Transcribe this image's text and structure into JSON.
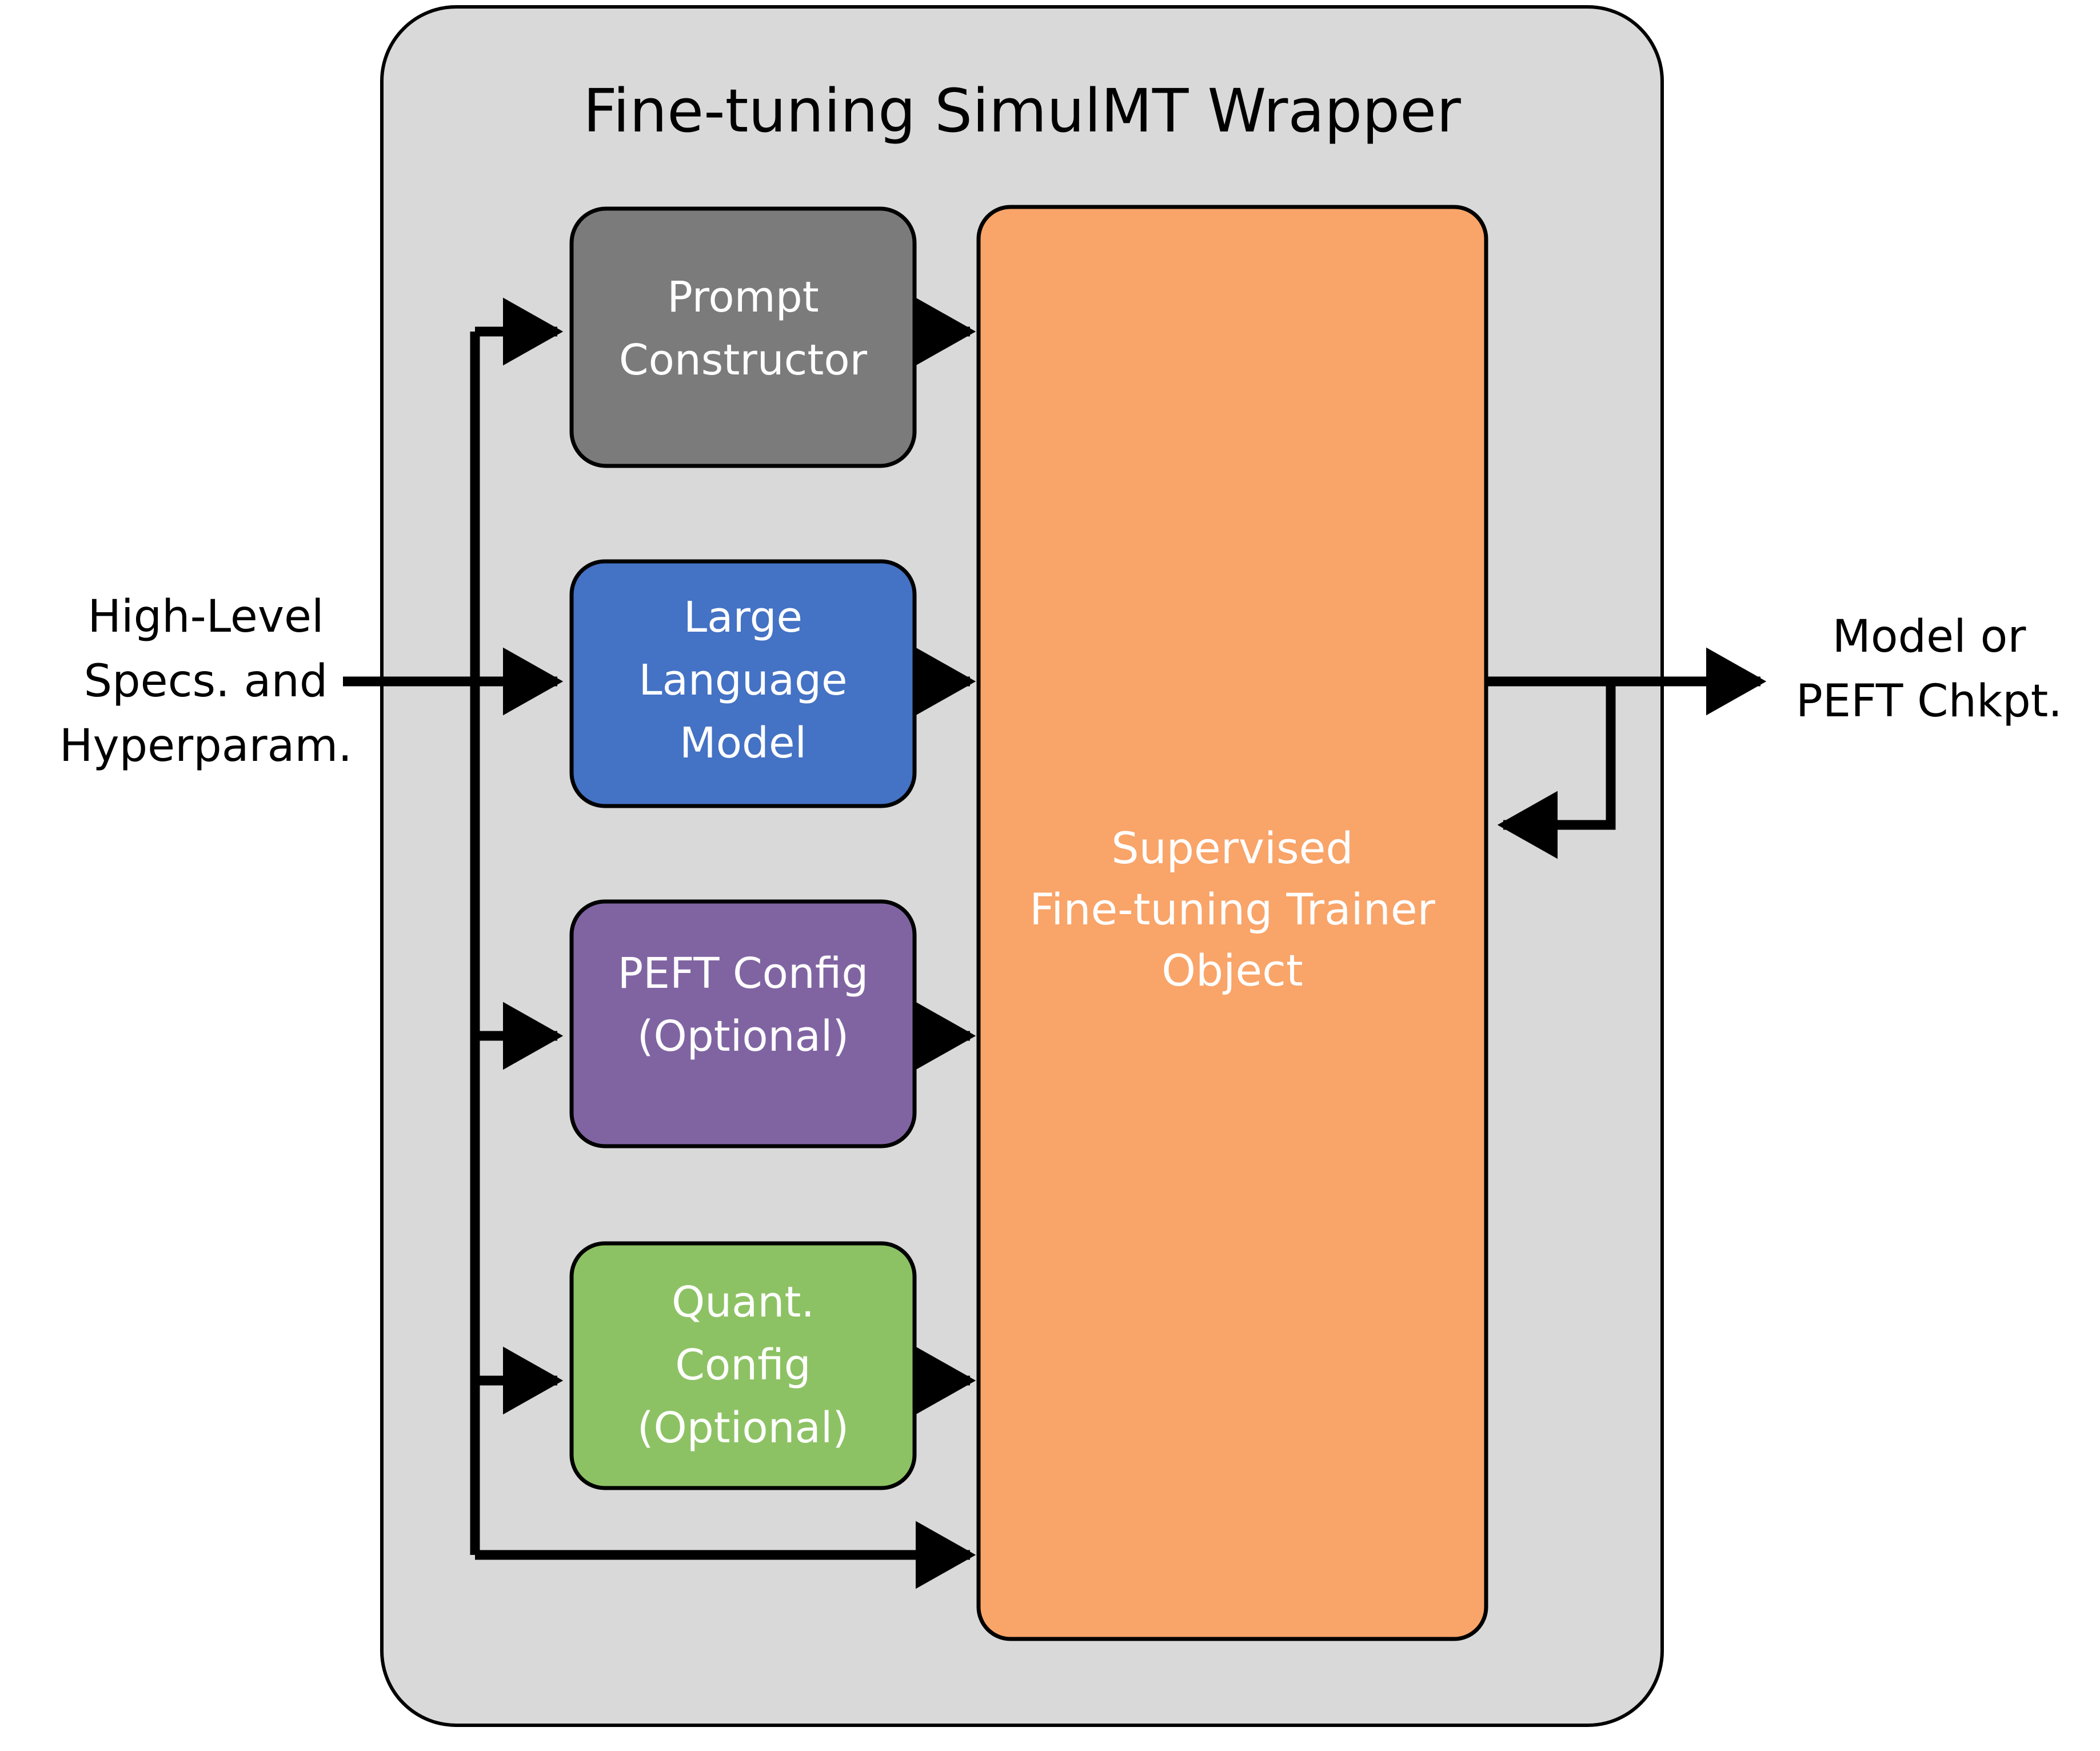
{
  "diagram": {
    "panel": {
      "title": "Fine-tuning SimulMT Wrapper",
      "fill": "#D9D9D9",
      "stroke": "#000000"
    },
    "blocks": [
      {
        "id": "prompt-constructor",
        "lines": [
          "Prompt",
          "Constructor"
        ],
        "fill": "#7B7B7B",
        "stroke": "#000000",
        "text_color": "#FFFFFF"
      },
      {
        "id": "large-language-model",
        "lines": [
          "Large",
          "Language",
          "Model"
        ],
        "fill": "#4472C4",
        "stroke": "#000000",
        "text_color": "#FFFFFF"
      },
      {
        "id": "peft-config",
        "lines": [
          "PEFT Config",
          "(Optional)"
        ],
        "fill": "#8064A2",
        "stroke": "#000000",
        "text_color": "#FFFFFF"
      },
      {
        "id": "quant-config",
        "lines": [
          "Quant.",
          "Config",
          "(Optional)"
        ],
        "fill": "#8DC264",
        "stroke": "#000000",
        "text_color": "#FFFFFF"
      },
      {
        "id": "sft-trainer",
        "lines": [
          "Supervised",
          "Fine-tuning Trainer",
          "Object"
        ],
        "fill": "#F9A469",
        "stroke": "#000000",
        "text_color": "#FFFFFF"
      }
    ],
    "input_label": {
      "id": "high-level-specs",
      "lines": [
        "High-Level",
        "Specs. and",
        "Hyperparam."
      ],
      "color": "#000000"
    },
    "output_label": {
      "id": "model-or-peft-chkpt",
      "lines": [
        "Model or",
        "PEFT Chkpt."
      ],
      "color": "#000000"
    },
    "connectors": {
      "stroke": "#000000",
      "names": [
        "input-bus-line",
        "arrow-to-prompt-constructor",
        "arrow-to-large-language-model",
        "arrow-to-peft-config",
        "arrow-to-quant-config",
        "arrow-bus-to-trainer",
        "arrow-prompt-constructor-to-trainer",
        "arrow-llm-to-trainer",
        "arrow-peft-to-trainer",
        "arrow-quant-to-trainer",
        "arrow-trainer-output",
        "arrow-feedback-to-trainer"
      ]
    }
  }
}
